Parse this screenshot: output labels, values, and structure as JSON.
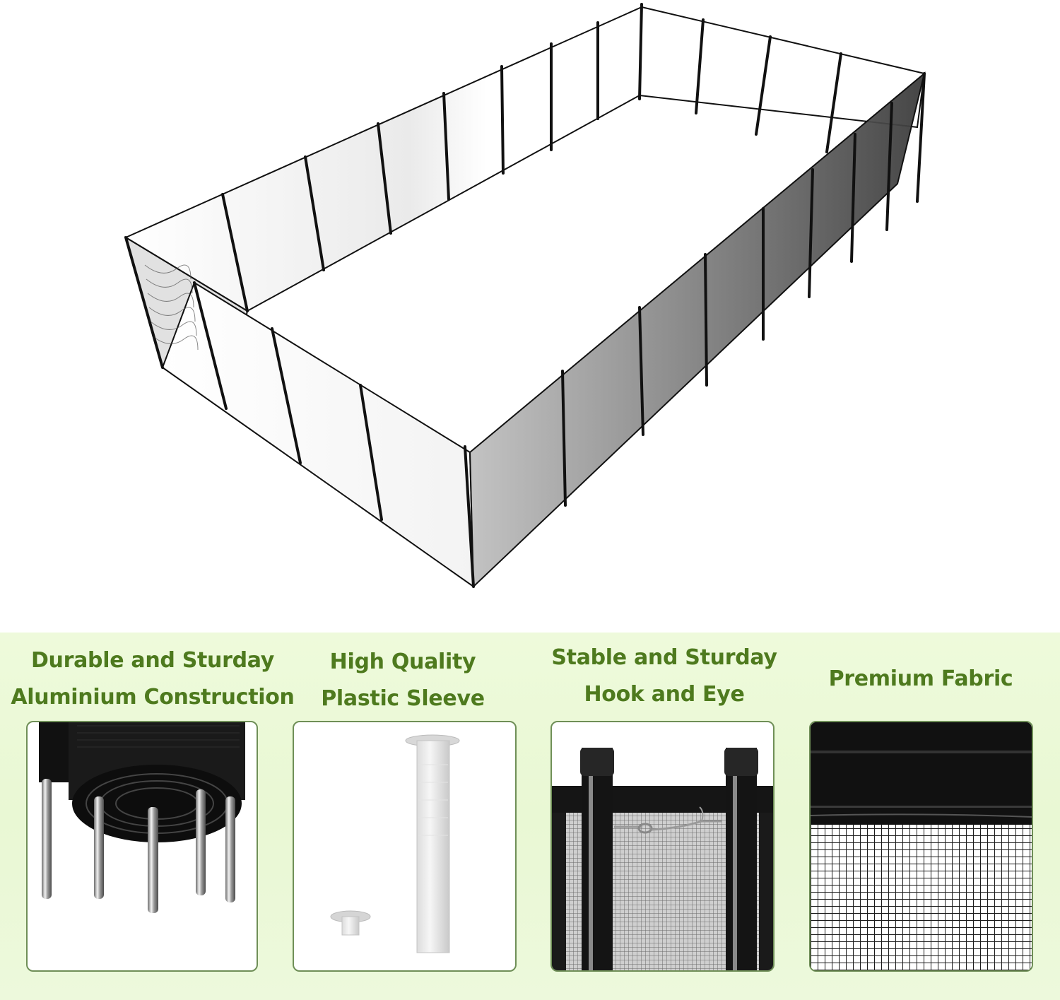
{
  "accent_color": "#4e7a1e",
  "panel_background": "#eaf8d6",
  "tile_border_color": "#6f8f57",
  "hero": {
    "image": "rectangular-mesh-pool-fence"
  },
  "features": [
    {
      "title_line1": "Durable and Sturday",
      "title_line2": "Aluminium Construction",
      "image": "aluminium-poles-closeup"
    },
    {
      "title_line1": "High Quality",
      "title_line2": "Plastic Sleeve",
      "image": "plastic-sleeve-and-cap"
    },
    {
      "title_line1": "Stable and Sturday",
      "title_line2": "Hook and Eye",
      "image": "hook-and-eye-connector"
    },
    {
      "title_line1": "Premium Fabric",
      "image": "mesh-fabric-closeup"
    }
  ]
}
